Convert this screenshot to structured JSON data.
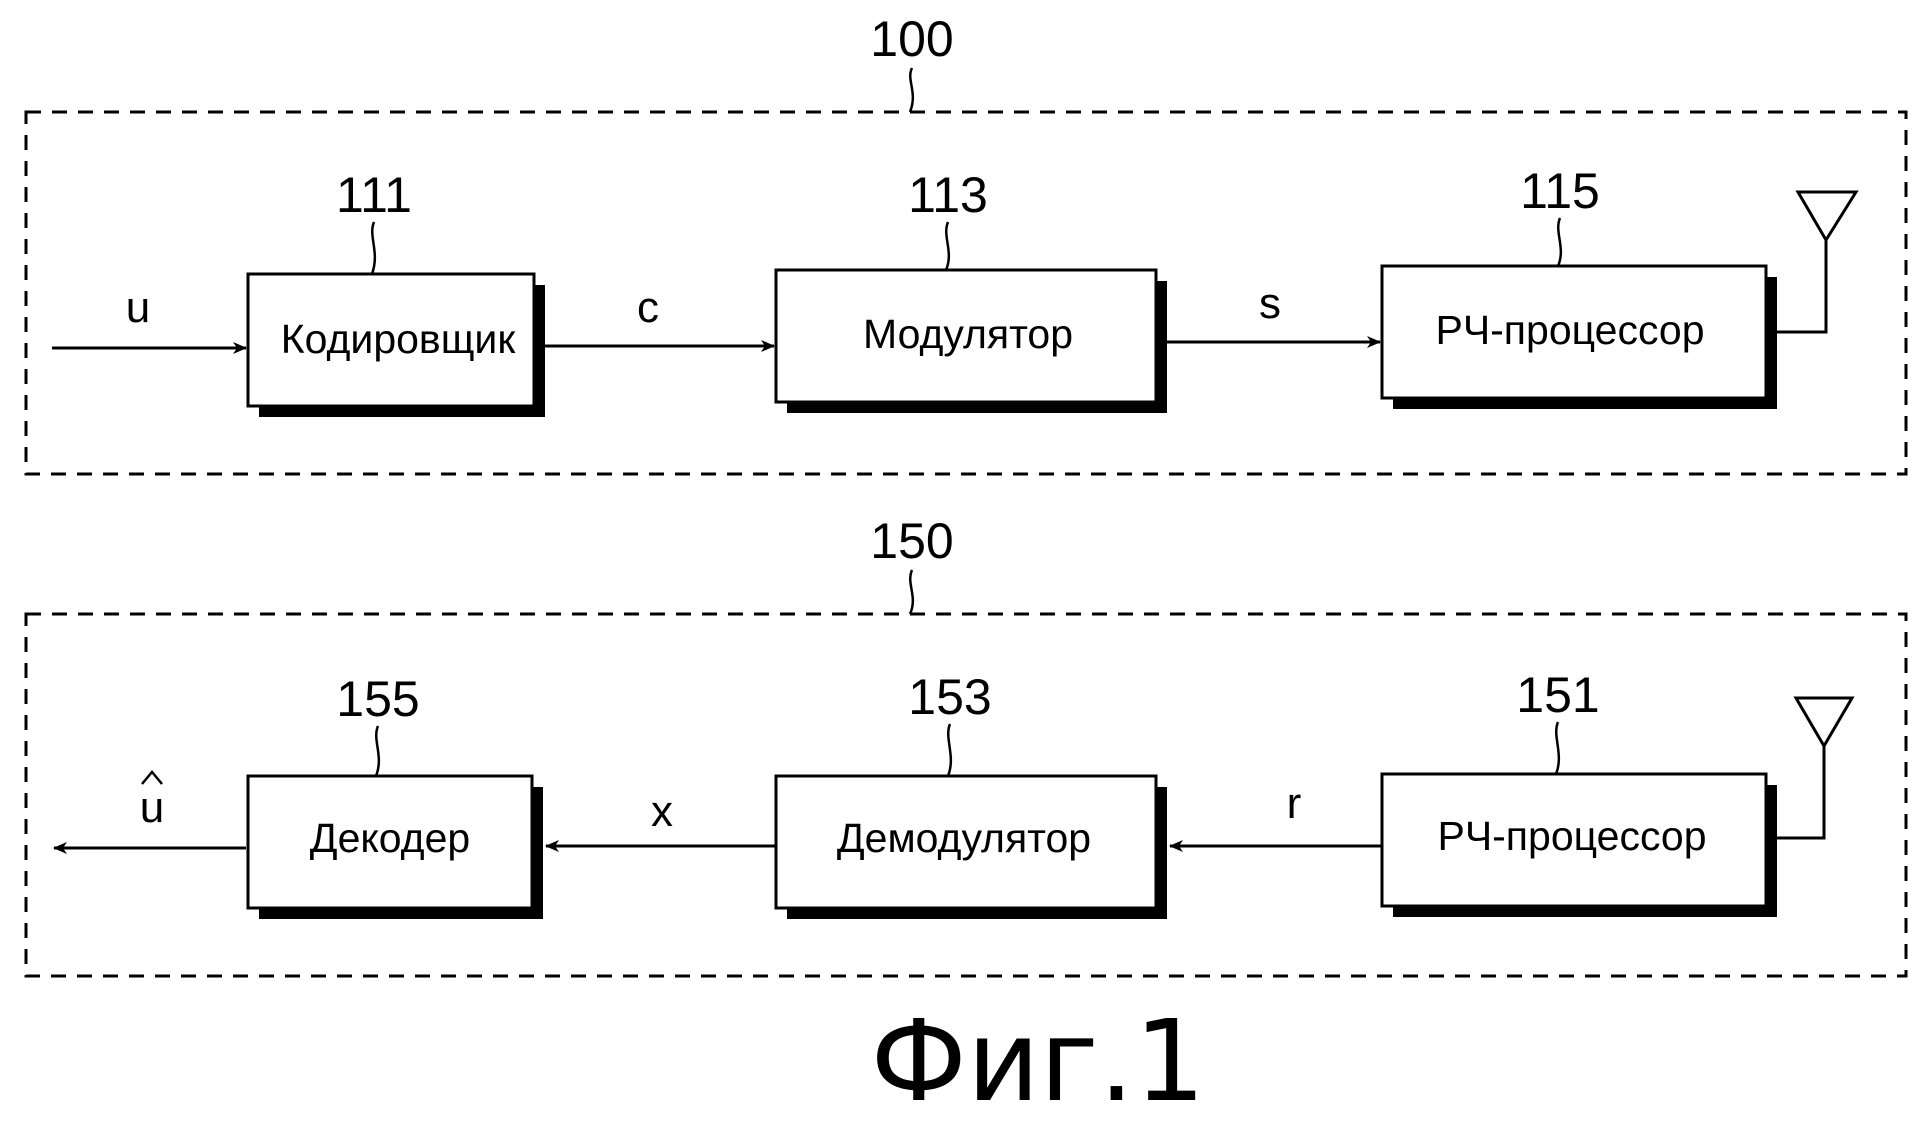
{
  "transmitter": {
    "ref": "100",
    "signals": {
      "input": "u",
      "coded": "c",
      "modulated": "s"
    },
    "blocks": [
      {
        "ref": "111",
        "label": "Кодировщик"
      },
      {
        "ref": "113",
        "label": "Модулятор"
      },
      {
        "ref": "115",
        "label": "РЧ-процессор"
      }
    ]
  },
  "receiver": {
    "ref": "150",
    "signals": {
      "output": "u",
      "demodulated": "x",
      "received": "r"
    },
    "blocks": [
      {
        "ref": "155",
        "label": "Декодер"
      },
      {
        "ref": "153",
        "label": "Демодулятор"
      },
      {
        "ref": "151",
        "label": "РЧ-процессор"
      }
    ]
  },
  "figure_caption": "Фиг.1"
}
